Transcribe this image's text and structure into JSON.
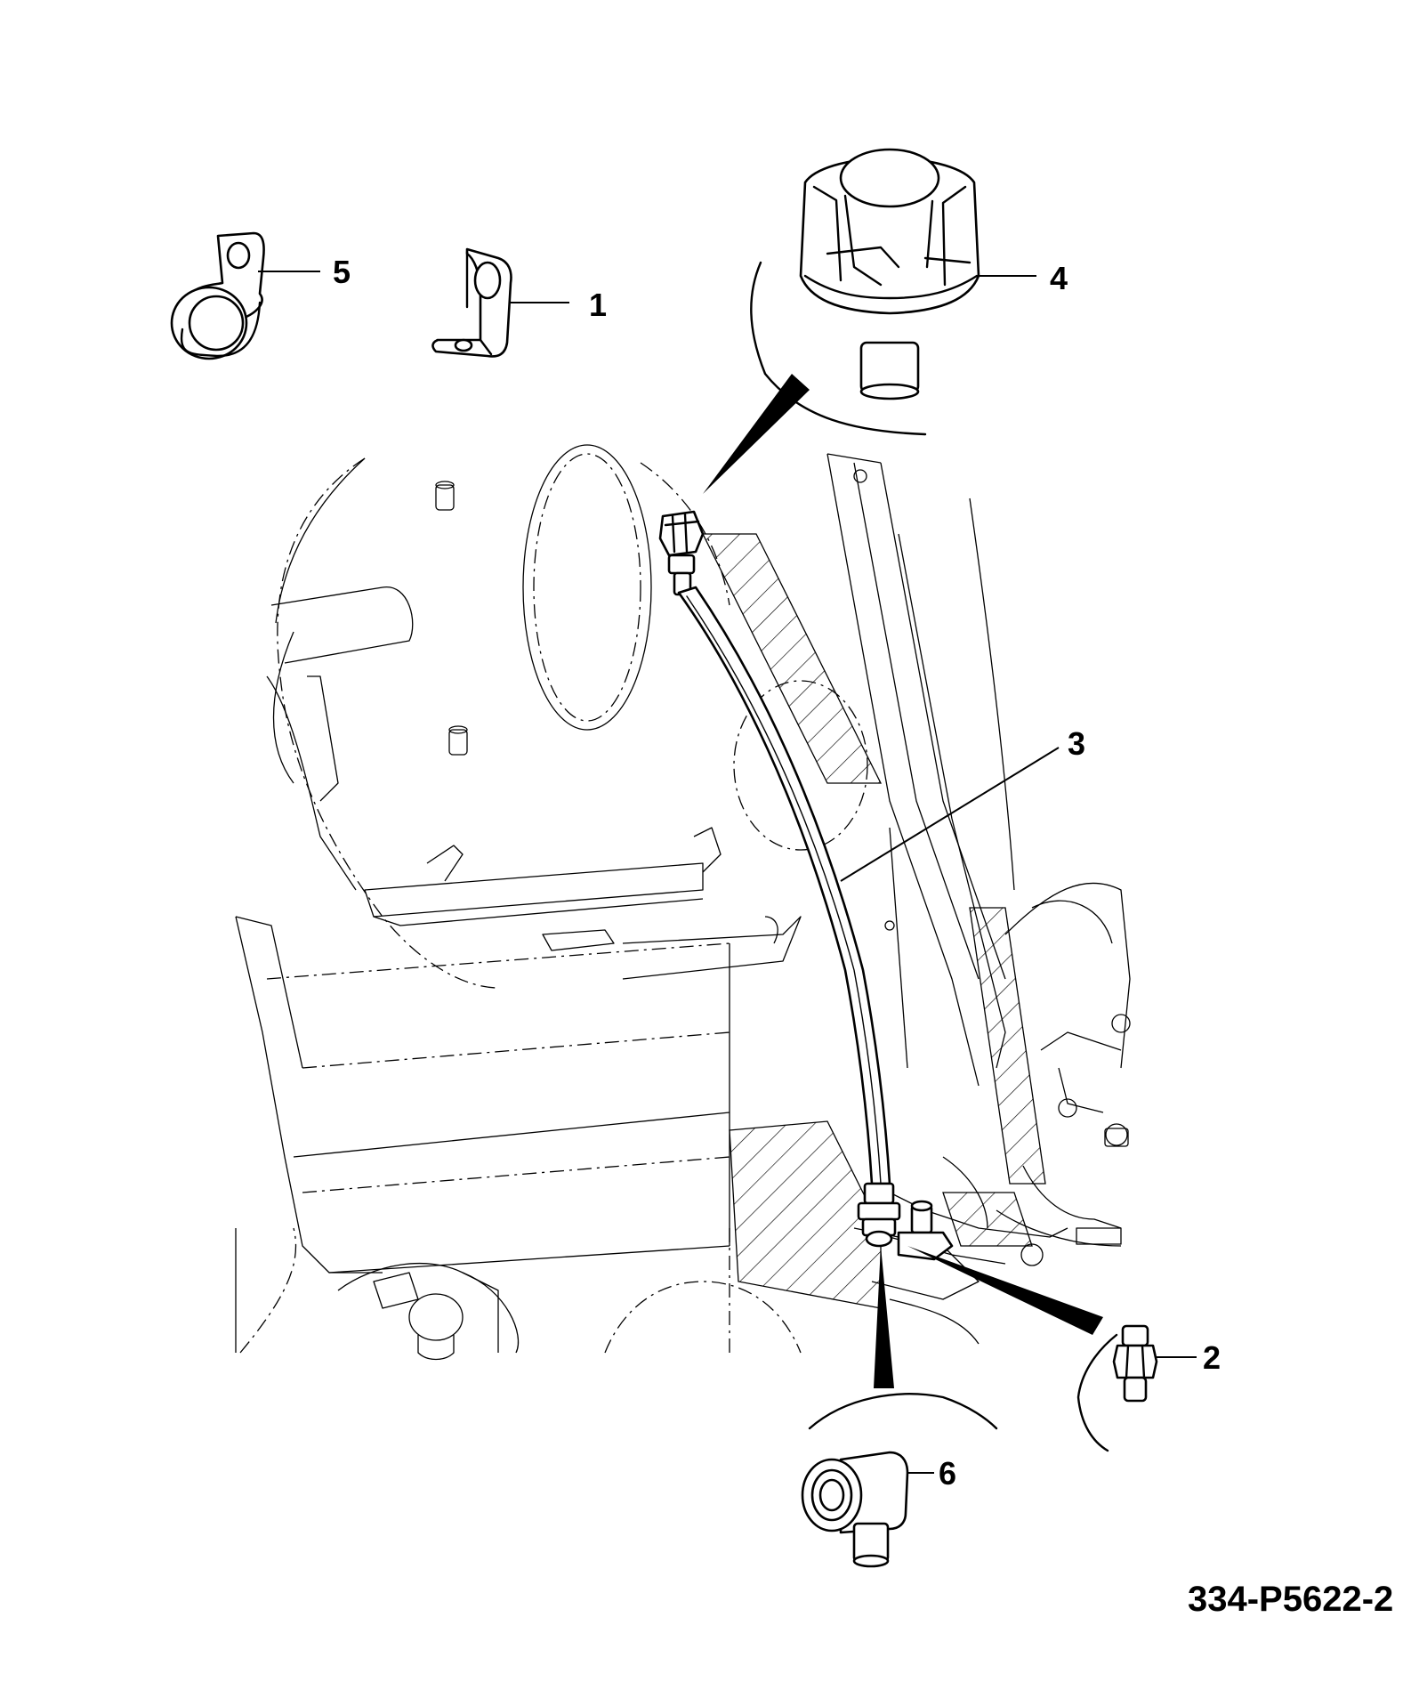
{
  "callouts": {
    "c1": "1",
    "c2": "2",
    "c3": "3",
    "c4": "4",
    "c5": "5",
    "c6": "6"
  },
  "drawing_number": "334-P5622-2"
}
